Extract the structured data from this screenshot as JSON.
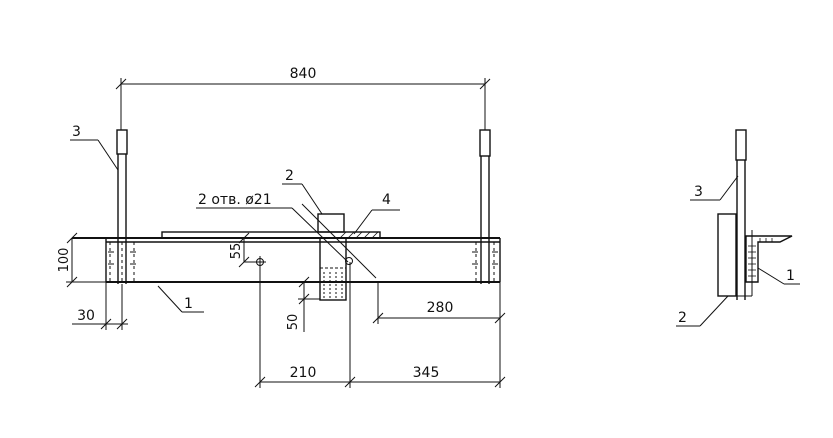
{
  "drawing": {
    "dimensions": {
      "top_span": "840",
      "height": "100",
      "offset_55": "55",
      "bottom_50": "50",
      "left_30": "30",
      "right_280": "280",
      "bottom_210": "210",
      "bottom_345": "345"
    },
    "callouts": {
      "front_3": "3",
      "front_2": "2",
      "front_4": "4",
      "front_1": "1",
      "holes_note": "2 отв.  ø21",
      "side_3": "3",
      "side_2": "2",
      "side_1": "1"
    }
  }
}
